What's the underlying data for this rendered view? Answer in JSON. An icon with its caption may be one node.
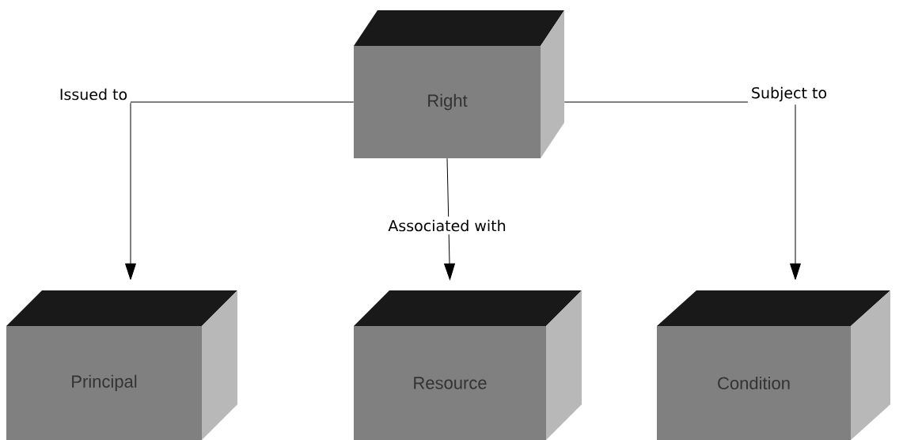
{
  "diagram": {
    "nodes": [
      {
        "text": [
          "Right"
        ]
      },
      {
        "text": [
          "Principal"
        ]
      },
      {
        "text": [
          "Resource"
        ]
      },
      {
        "text": [
          "Condition"
        ]
      }
    ],
    "edges": [
      {
        "from": 0,
        "to": 1,
        "arrow": "to",
        "label": "Issued to"
      },
      {
        "from": 0,
        "to": 2,
        "arrow": "to",
        "label": "Associated with"
      },
      {
        "from": 0,
        "to": 3,
        "arrow": "to",
        "label": "Subject to"
      }
    ]
  }
}
